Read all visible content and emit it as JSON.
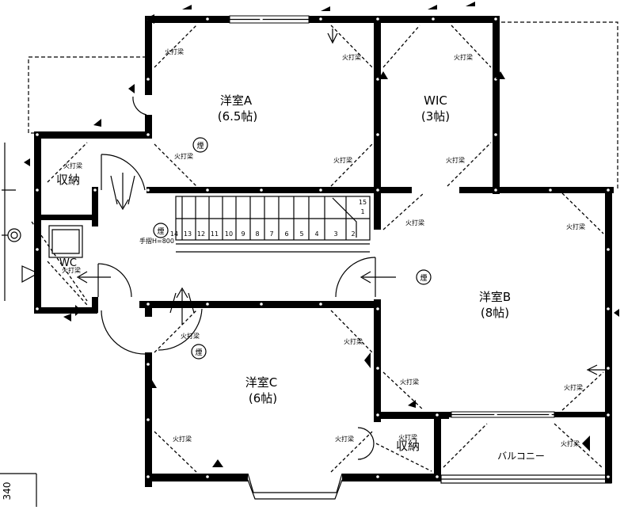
{
  "rooms": {
    "room_a": {
      "name": "洋室A",
      "size": "(6.5帖)"
    },
    "wic": {
      "name": "WIC",
      "size": "(3帖)"
    },
    "room_b": {
      "name": "洋室B",
      "size": "(8帖)"
    },
    "room_c": {
      "name": "洋室C",
      "size": "(6帖)"
    },
    "storage_left": {
      "name": "収納"
    },
    "storage_bottom": {
      "name": "収納"
    },
    "wc": {
      "name": "WC"
    },
    "balcony": {
      "name": "バルコニー"
    }
  },
  "annotations": {
    "fire_beam": "火打梁",
    "smoke_detector": "煙",
    "handrail": "手摺H=800"
  },
  "stairs": {
    "steps": [
      "14",
      "13",
      "12",
      "11",
      "10",
      "9",
      "8",
      "7",
      "6",
      "5",
      "4",
      "3",
      "2",
      "1"
    ],
    "top_step": "15"
  },
  "edge_text": {
    "dimension": "340"
  },
  "colors": {
    "ink": "#000000",
    "paper": "#ffffff"
  }
}
